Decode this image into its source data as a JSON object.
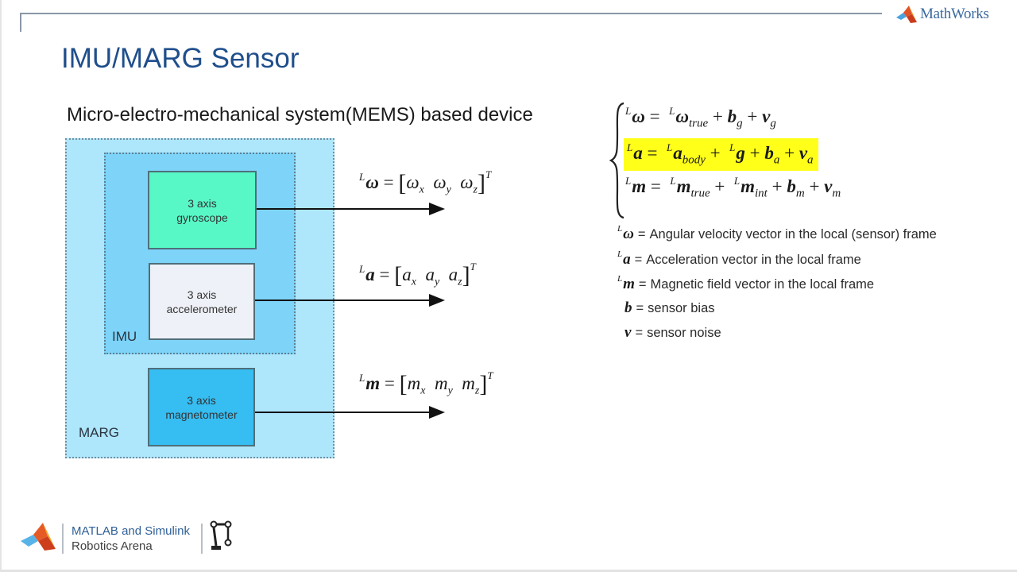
{
  "header": {
    "brand": "MathWorks",
    "title": "IMU/MARG Sensor"
  },
  "subtitle": "Micro-electro-mechanical system(MEMS) based device",
  "diagram": {
    "outer_label": "MARG",
    "inner_label": "IMU",
    "sensors": [
      {
        "line1": "3 axis",
        "line2": "gyroscope",
        "color": "#57f7c6"
      },
      {
        "line1": "3 axis",
        "line2": "accelerometer",
        "color": "#eef1f7"
      },
      {
        "line1": "3 axis",
        "line2": "magnetometer",
        "color": "#36bdf2"
      }
    ],
    "outputs": [
      {
        "sup": "L",
        "sym": "ω",
        "eq": "=",
        "components": [
          [
            "ω",
            "x"
          ],
          [
            "ω",
            "y"
          ],
          [
            "ω",
            "z"
          ]
        ],
        "transpose": "T"
      },
      {
        "sup": "L",
        "sym": "a",
        "eq": "=",
        "components": [
          [
            "a",
            "x"
          ],
          [
            "a",
            "y"
          ],
          [
            "a",
            "z"
          ]
        ],
        "transpose": "T"
      },
      {
        "sup": "L",
        "sym": "m",
        "eq": "=",
        "components": [
          [
            "m",
            "x"
          ],
          [
            "m",
            "y"
          ],
          [
            "m",
            "z"
          ]
        ],
        "transpose": "T"
      }
    ]
  },
  "sensor_model": {
    "highlight_color": "#ffff1a",
    "equations": [
      {
        "lhs_sup": "L",
        "lhs": "ω",
        "eq": "=",
        "terms": [
          {
            "sup": "L",
            "sym": "ω",
            "sub": "true"
          },
          {
            "op": "+",
            "sym": "b",
            "sub": "g"
          },
          {
            "op": "+",
            "sym": "v",
            "sub": "g"
          }
        ],
        "highlighted": false
      },
      {
        "lhs_sup": "L",
        "lhs": "a",
        "eq": "=",
        "terms": [
          {
            "sup": "L",
            "sym": "a",
            "sub": "body"
          },
          {
            "op": "+",
            "sup": "L",
            "sym": "g",
            "sub": ""
          },
          {
            "op": "+",
            "sym": "b",
            "sub": "a"
          },
          {
            "op": "+",
            "sym": "v",
            "sub": "a"
          }
        ],
        "highlighted": true
      },
      {
        "lhs_sup": "L",
        "lhs": "m",
        "eq": "=",
        "terms": [
          {
            "sup": "L",
            "sym": "m",
            "sub": "true"
          },
          {
            "op": "+",
            "sup": "L",
            "sym": "m",
            "sub": "int"
          },
          {
            "op": "+",
            "sym": "b",
            "sub": "m"
          },
          {
            "op": "+",
            "sym": "v",
            "sub": "m"
          }
        ],
        "highlighted": false
      }
    ]
  },
  "legend": [
    {
      "sup": "L",
      "sym": "ω",
      "eq": "=",
      "text": "Angular velocity vector in the local (sensor) frame"
    },
    {
      "sup": "L",
      "sym": "a",
      "eq": "=",
      "text": "Acceleration vector in the local frame"
    },
    {
      "sup": "L",
      "sym": "m",
      "eq": "=",
      "text": "Magnetic field vector in the local frame"
    },
    {
      "sup": "",
      "sym": "b",
      "eq": "=",
      "text": "sensor bias"
    },
    {
      "sup": "",
      "sym": "v",
      "eq": "=",
      "text": "sensor noise"
    }
  ],
  "footer": {
    "line1": "MATLAB and Simulink",
    "line2": "Robotics Arena"
  }
}
